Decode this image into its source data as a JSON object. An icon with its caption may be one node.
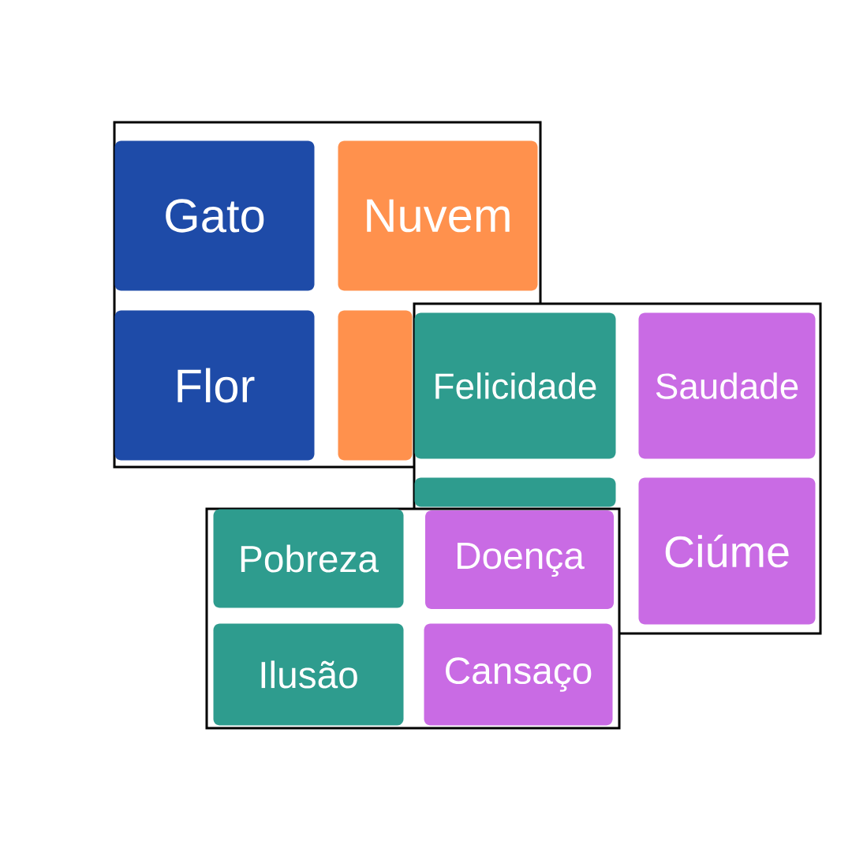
{
  "diagram": {
    "nodes": [
      {
        "text": [],
        "shape": "box"
      },
      {
        "text": [
          "Gato"
        ],
        "in": 0
      },
      {
        "text": [
          "Nuvem"
        ],
        "in": 0
      },
      {
        "text": [
          "Flor"
        ],
        "in": 0
      },
      {
        "text": [],
        "shape": "box",
        "in": 0
      },
      {
        "text": [],
        "shape": "box"
      },
      {
        "text": [
          "Felicidade"
        ],
        "in": 5
      },
      {
        "text": [
          "Saudade"
        ],
        "in": 5
      },
      {
        "text": [],
        "shape": "box",
        "in": 5
      },
      {
        "text": [
          "Ciúme"
        ],
        "in": 5
      },
      {
        "text": [],
        "shape": "box"
      },
      {
        "text": [
          "Pobreza"
        ],
        "in": 10
      },
      {
        "text": [
          "Doença"
        ]
      },
      {
        "text": [
          "Ilusão"
        ],
        "in": 10
      },
      {
        "text": [
          "Cansaço"
        ],
        "in": 10
      }
    ]
  }
}
